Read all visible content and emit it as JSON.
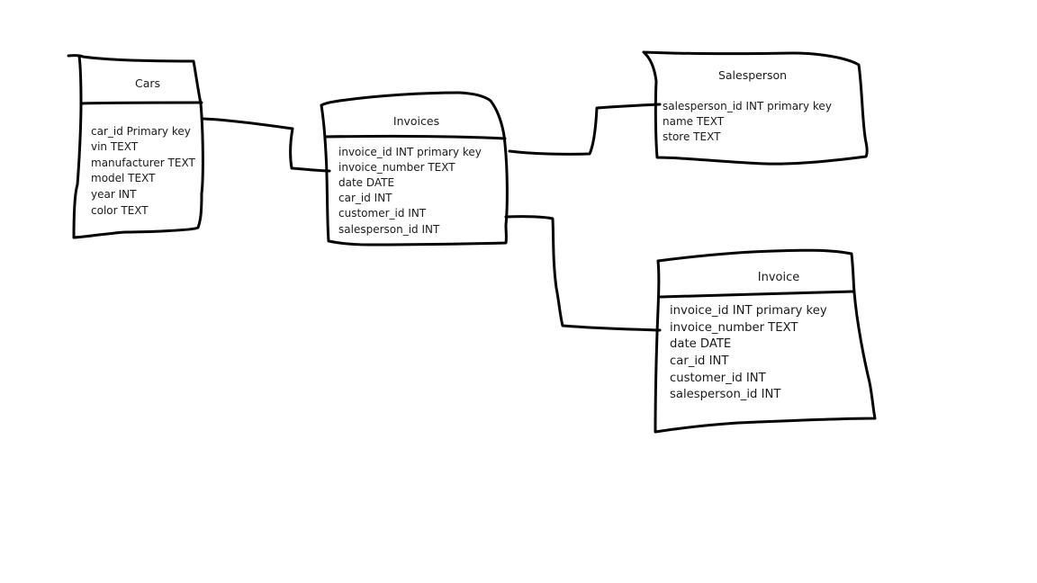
{
  "tables": [
    {
      "id": "cars",
      "title": "Cars",
      "fields": [
        "car_id Primary key",
        "vin TEXT",
        "manufacturer TEXT",
        "model TEXT",
        "year INT",
        "color TEXT"
      ]
    },
    {
      "id": "invoices",
      "title": "Invoices",
      "fields": [
        "invoice_id INT primary key",
        "invoice_number TEXT",
        "date DATE",
        "car_id INT",
        "customer_id INT",
        "salesperson_id INT"
      ]
    },
    {
      "id": "salesperson",
      "title": "Salesperson",
      "fields": [
        "salesperson_id INT primary key",
        "name TEXT",
        "store TEXT"
      ]
    },
    {
      "id": "invoice",
      "title": "Invoice",
      "fields": [
        "invoice_id INT primary key",
        "invoice_number TEXT",
        "date DATE",
        "car_id INT",
        "customer_id INT",
        "salesperson_id INT"
      ]
    }
  ],
  "connections": [
    {
      "from": "cars",
      "to": "invoices"
    },
    {
      "from": "invoices",
      "to": "salesperson"
    },
    {
      "from": "invoices",
      "to": "invoice"
    }
  ]
}
